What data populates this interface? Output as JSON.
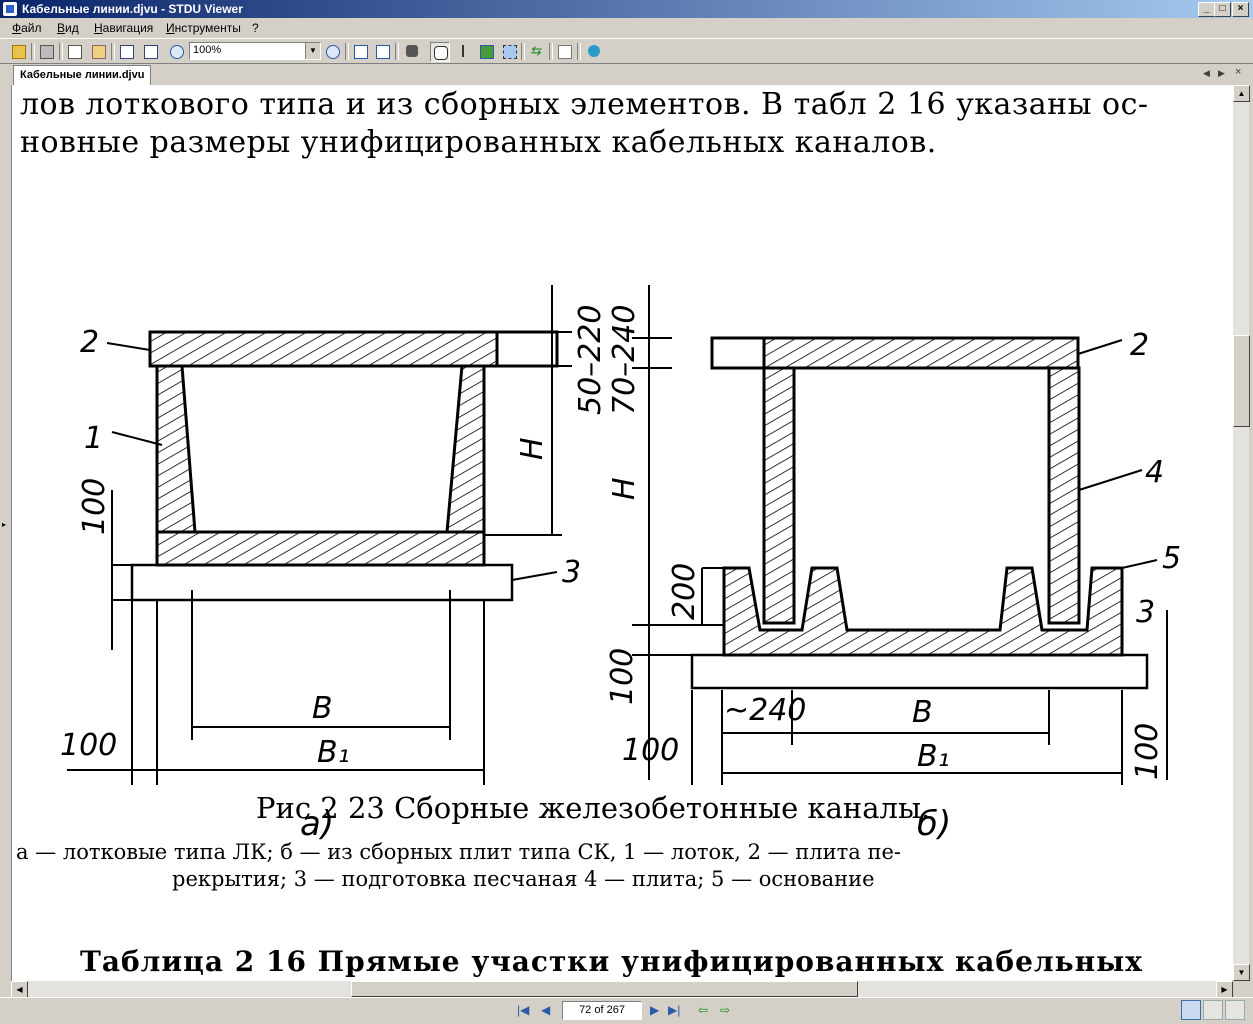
{
  "window": {
    "title": "Кабельные линии.djvu - STDU Viewer"
  },
  "menu": [
    "Файл",
    "Вид",
    "Навигация",
    "Инструменты",
    "?"
  ],
  "toolbar": {
    "zoom_value": "100%"
  },
  "tab": {
    "label": "Кабельные линии.djvu"
  },
  "document": {
    "text_top_line1": "лов лоткового типа и из сборных элементов. В табл 2 16 указаны ос-",
    "text_top_line2": "новные размеры унифицированных кабельных каналов.",
    "figure_caption": "Рис 2 23 Сборные железобетонные каналы.",
    "legend_line1": "а — лотковые типа ЛК; б — из сборных плит типа СК, 1 — лоток, 2 — плита пе-",
    "legend_line2": "рекрытия; 3 — подготовка песчаная 4 — плита; 5 — основание",
    "table_heading": "Таблица 2 16 Прямые участки унифицированных кабельных",
    "diagram_a": {
      "label": "а)",
      "n1": "1",
      "n2": "2",
      "n3": "3",
      "dim_100_left": "100",
      "dim_100_bottom": "100",
      "dim_B": "B",
      "dim_B1": "B₁",
      "dim_H": "H",
      "dim_50_220": "50–220"
    },
    "diagram_b": {
      "label": "б)",
      "n2": "2",
      "n3": "3",
      "n4": "4",
      "n5": "5",
      "dim_H": "H",
      "dim_200": "200",
      "dim_100_left": "100",
      "dim_100_bottom": "100",
      "dim_100_right": "100",
      "dim_240": "~240",
      "dim_B": "B",
      "dim_B1": "B₁",
      "dim_70_240": "70–240"
    }
  },
  "status": {
    "page_indicator": "72 of 267"
  }
}
